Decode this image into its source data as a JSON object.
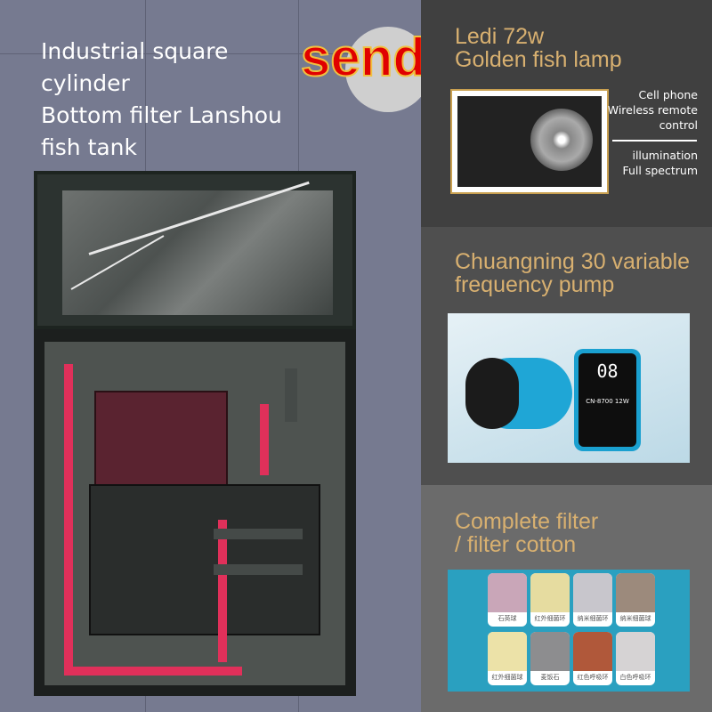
{
  "left": {
    "title_lines": [
      "Industrial square",
      "cylinder",
      "Bottom filter Lanshou",
      "fish tank"
    ],
    "badge": "send"
  },
  "lamp": {
    "title_lines": [
      "Ledi 72w",
      "Golden fish lamp"
    ],
    "features_a": [
      "Cell phone",
      "Wireless remote",
      "control"
    ],
    "features_b": [
      "illumination",
      "Full spectrum"
    ]
  },
  "pump": {
    "title_lines": [
      "Chuangning 30 variable",
      "frequency pump"
    ],
    "display_value": "08",
    "model": "CN-8700 12W"
  },
  "filter": {
    "title_lines": [
      "Complete filter",
      "/ filter cotton"
    ],
    "media": [
      {
        "label": "石英球",
        "color": "#c9a6b8"
      },
      {
        "label": "红外细菌环",
        "color": "#e6dca0"
      },
      {
        "label": "纳米细菌环",
        "color": "#c8c6cc"
      },
      {
        "label": "纳米细菌球",
        "color": "#9c8a7c"
      },
      {
        "label": "红外细菌球",
        "color": "#ece2a8"
      },
      {
        "label": "麦饭石",
        "color": "#8d8d8f"
      },
      {
        "label": "红色呼吸环",
        "color": "#b0583a"
      },
      {
        "label": "白色呼吸环",
        "color": "#d6d3d4"
      }
    ]
  }
}
